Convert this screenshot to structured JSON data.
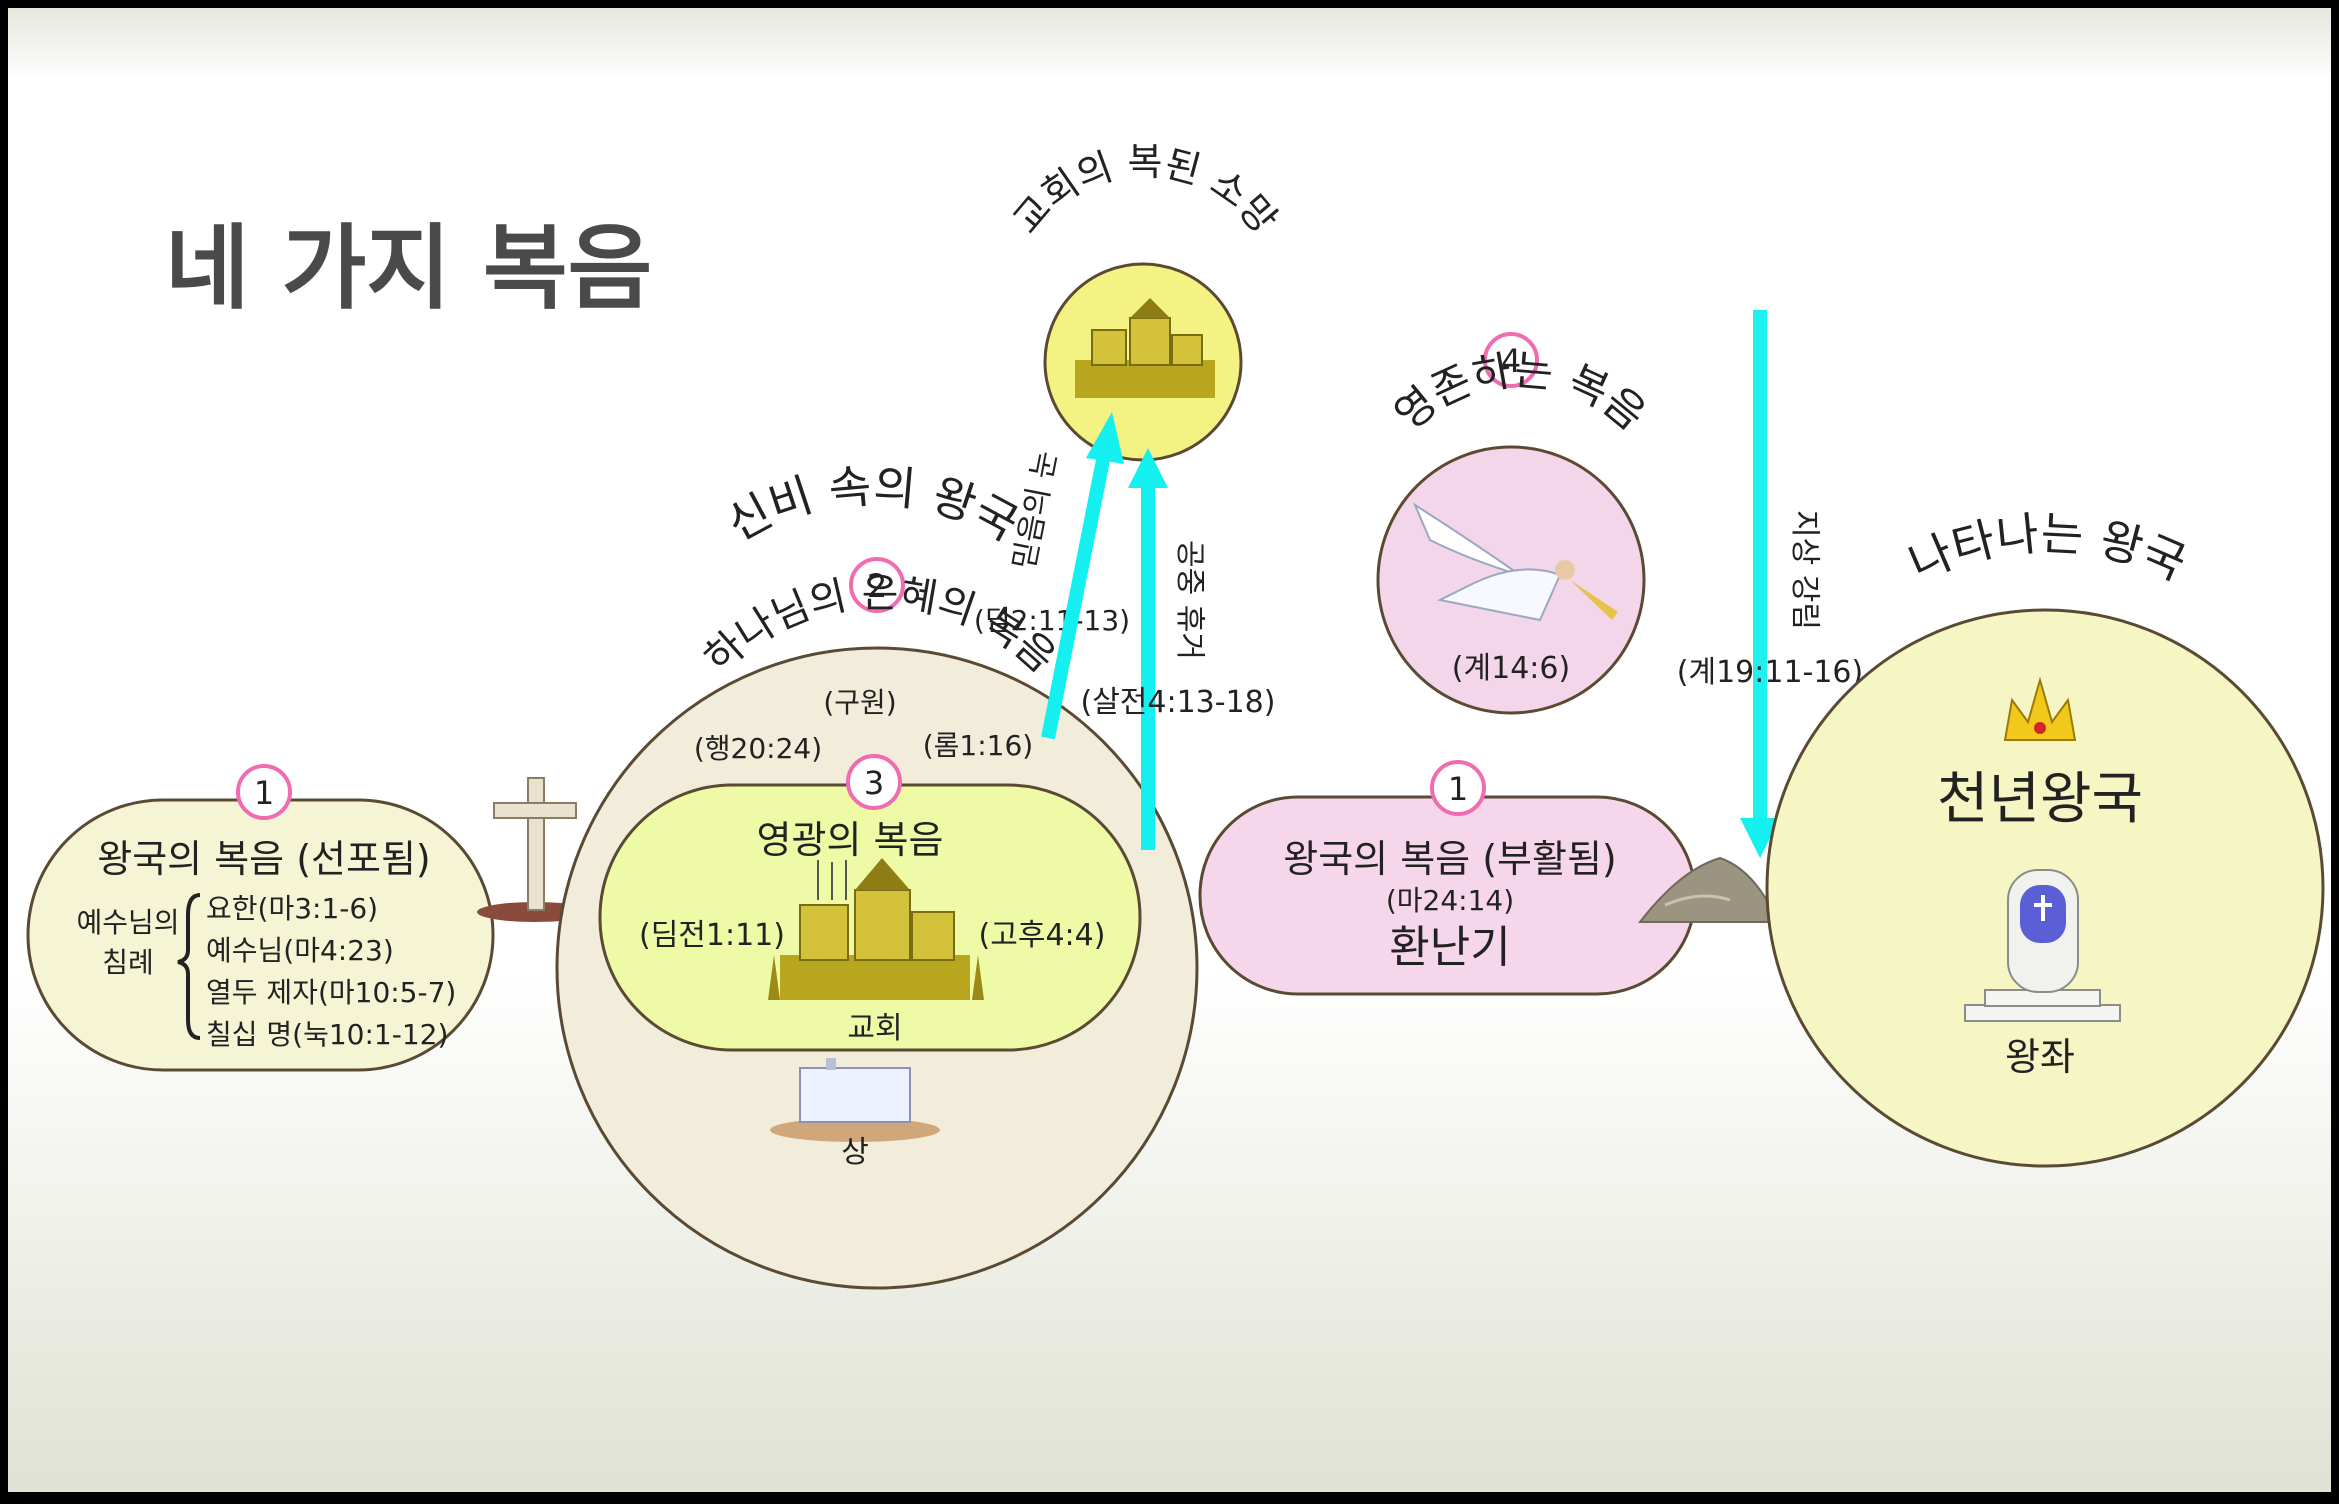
{
  "title": "네 가지 복음",
  "colors": {
    "arrow": "#14f0f0",
    "number_ring": "#f06bb0",
    "mystery_circle": "#f2ecda",
    "glory_oval": "#eefaa5",
    "tribulation_oval": "#f6d6ea",
    "eternal_circle": "#f4d6ea",
    "millennial_circle": "#f6f5c4",
    "hope_circle": "#f4f283",
    "left_oval": "#f5f5d6"
  },
  "left_oval": {
    "number": "1",
    "title": "왕국의 복음 (선포됨)",
    "label_line1": "예수님의",
    "label_line2": "침례",
    "items": [
      "요한(마3:1-6)",
      "예수님(마4:23)",
      "열두 제자(마10:5-7)",
      "칠십 명(눅10:1-12)"
    ]
  },
  "mystery": {
    "arc_title": "신비 속의 왕국",
    "number": "2",
    "gospel_title": "하나님의 은혜의 복음",
    "salvation": "(구원)",
    "ref_acts": "(행20:24)",
    "ref_rom": "(롬1:16)",
    "ref_titus": "(딛2:11-13)"
  },
  "glory": {
    "number": "3",
    "title": "영광의 복음",
    "ref_left": "(딤전1:11)",
    "ref_right": "(고후4:4)",
    "church_label": "교회",
    "table_label": "상"
  },
  "hope": {
    "arc_title": "교회의 복된 소망"
  },
  "arrows": {
    "faith_label": "믿음의 눈",
    "rapture_label": "공중 휴거",
    "rapture_ref": "(살전4:13-18)",
    "descent_label": "지상 강림",
    "descent_ref": "(계19:11-16)"
  },
  "eternal": {
    "number": "4",
    "arc_title": "영존하는 복음",
    "ref": "(계14:6)"
  },
  "tribulation": {
    "number": "1",
    "title": "왕국의 복음 (부활됨)",
    "ref": "(마24:14)",
    "label": "환난기"
  },
  "millennial": {
    "arc_title": "나타나는 왕국",
    "title": "천년왕국",
    "throne_label": "왕좌"
  },
  "icons": [
    "cross-icon",
    "crown-icon",
    "throne-icon",
    "angel-icon",
    "castle-icon",
    "table-icon",
    "rock-pile-icon"
  ]
}
